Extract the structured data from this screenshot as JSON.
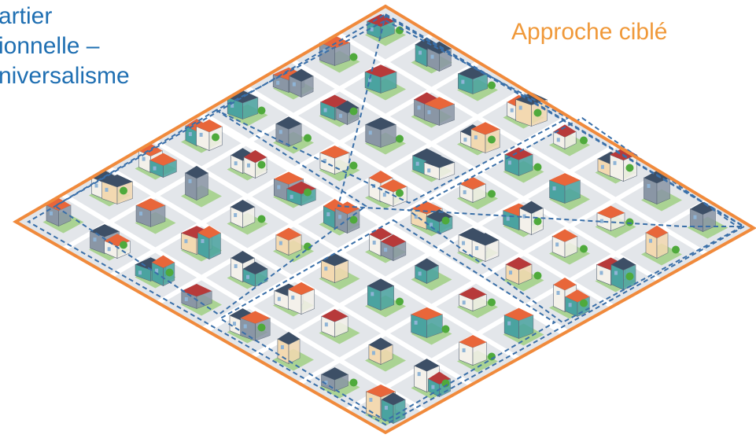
{
  "labels": {
    "left": [
      "artier",
      "ionnelle –",
      "niversalisme"
    ],
    "right": [
      "Approche ciblé"
    ]
  },
  "colors": {
    "outer_border": "#f08a3c",
    "dashed_zone": "#3a6fa8",
    "road": "#c9ced6",
    "block": "#e9ecef",
    "grass": "#7cc24a",
    "tree": "#4faa3c",
    "roof_blue": "#3d4f66",
    "roof_orange": "#e8663a",
    "roof_red": "#b73a3a",
    "wall_white": "#f4f1ea",
    "wall_teal": "#4aa3a0",
    "wall_grey": "#8a96a5",
    "left_text": "#1f6fb2",
    "right_text": "#f0993a"
  }
}
